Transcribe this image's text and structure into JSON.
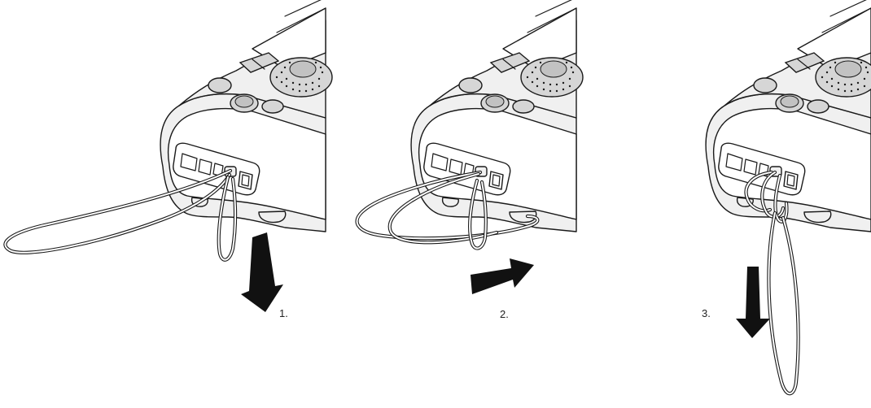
{
  "steps": [
    {
      "label": "1."
    },
    {
      "label": "2."
    },
    {
      "label": "3."
    }
  ]
}
